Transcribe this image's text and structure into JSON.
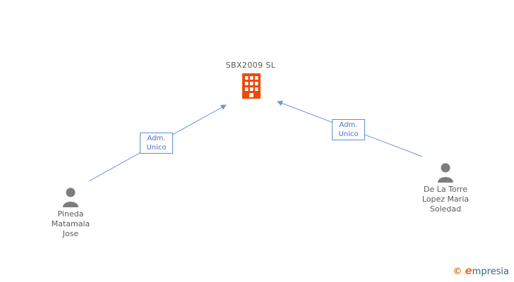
{
  "company": {
    "name": "SBX2009 SL"
  },
  "relationships": [
    {
      "line1": "Adm.",
      "line2": "Unico"
    },
    {
      "line1": "Adm.",
      "line2": "Unico"
    }
  ],
  "persons": [
    {
      "line1": "Pineda",
      "line2": "Matamala",
      "line3": "Jose"
    },
    {
      "line1": "De La Torre",
      "line2": "Lopez Maria",
      "line3": "Soledad"
    }
  ],
  "footer": {
    "copyright": "©",
    "brand_initial": "e",
    "brand_rest": "mpresia"
  },
  "icons": {
    "company": "building-icon",
    "person": "person-icon",
    "edge": "arrow-line"
  },
  "colors": {
    "building": "#ec4b0b",
    "arrow": "#6b96e0",
    "label_border": "#5c90dc",
    "label_text": "#4a6fd0",
    "person": "#7d7d7d",
    "text_gray": "#5a5a5a",
    "brand_orange": "#e87722",
    "brand_blue": "#336680"
  }
}
